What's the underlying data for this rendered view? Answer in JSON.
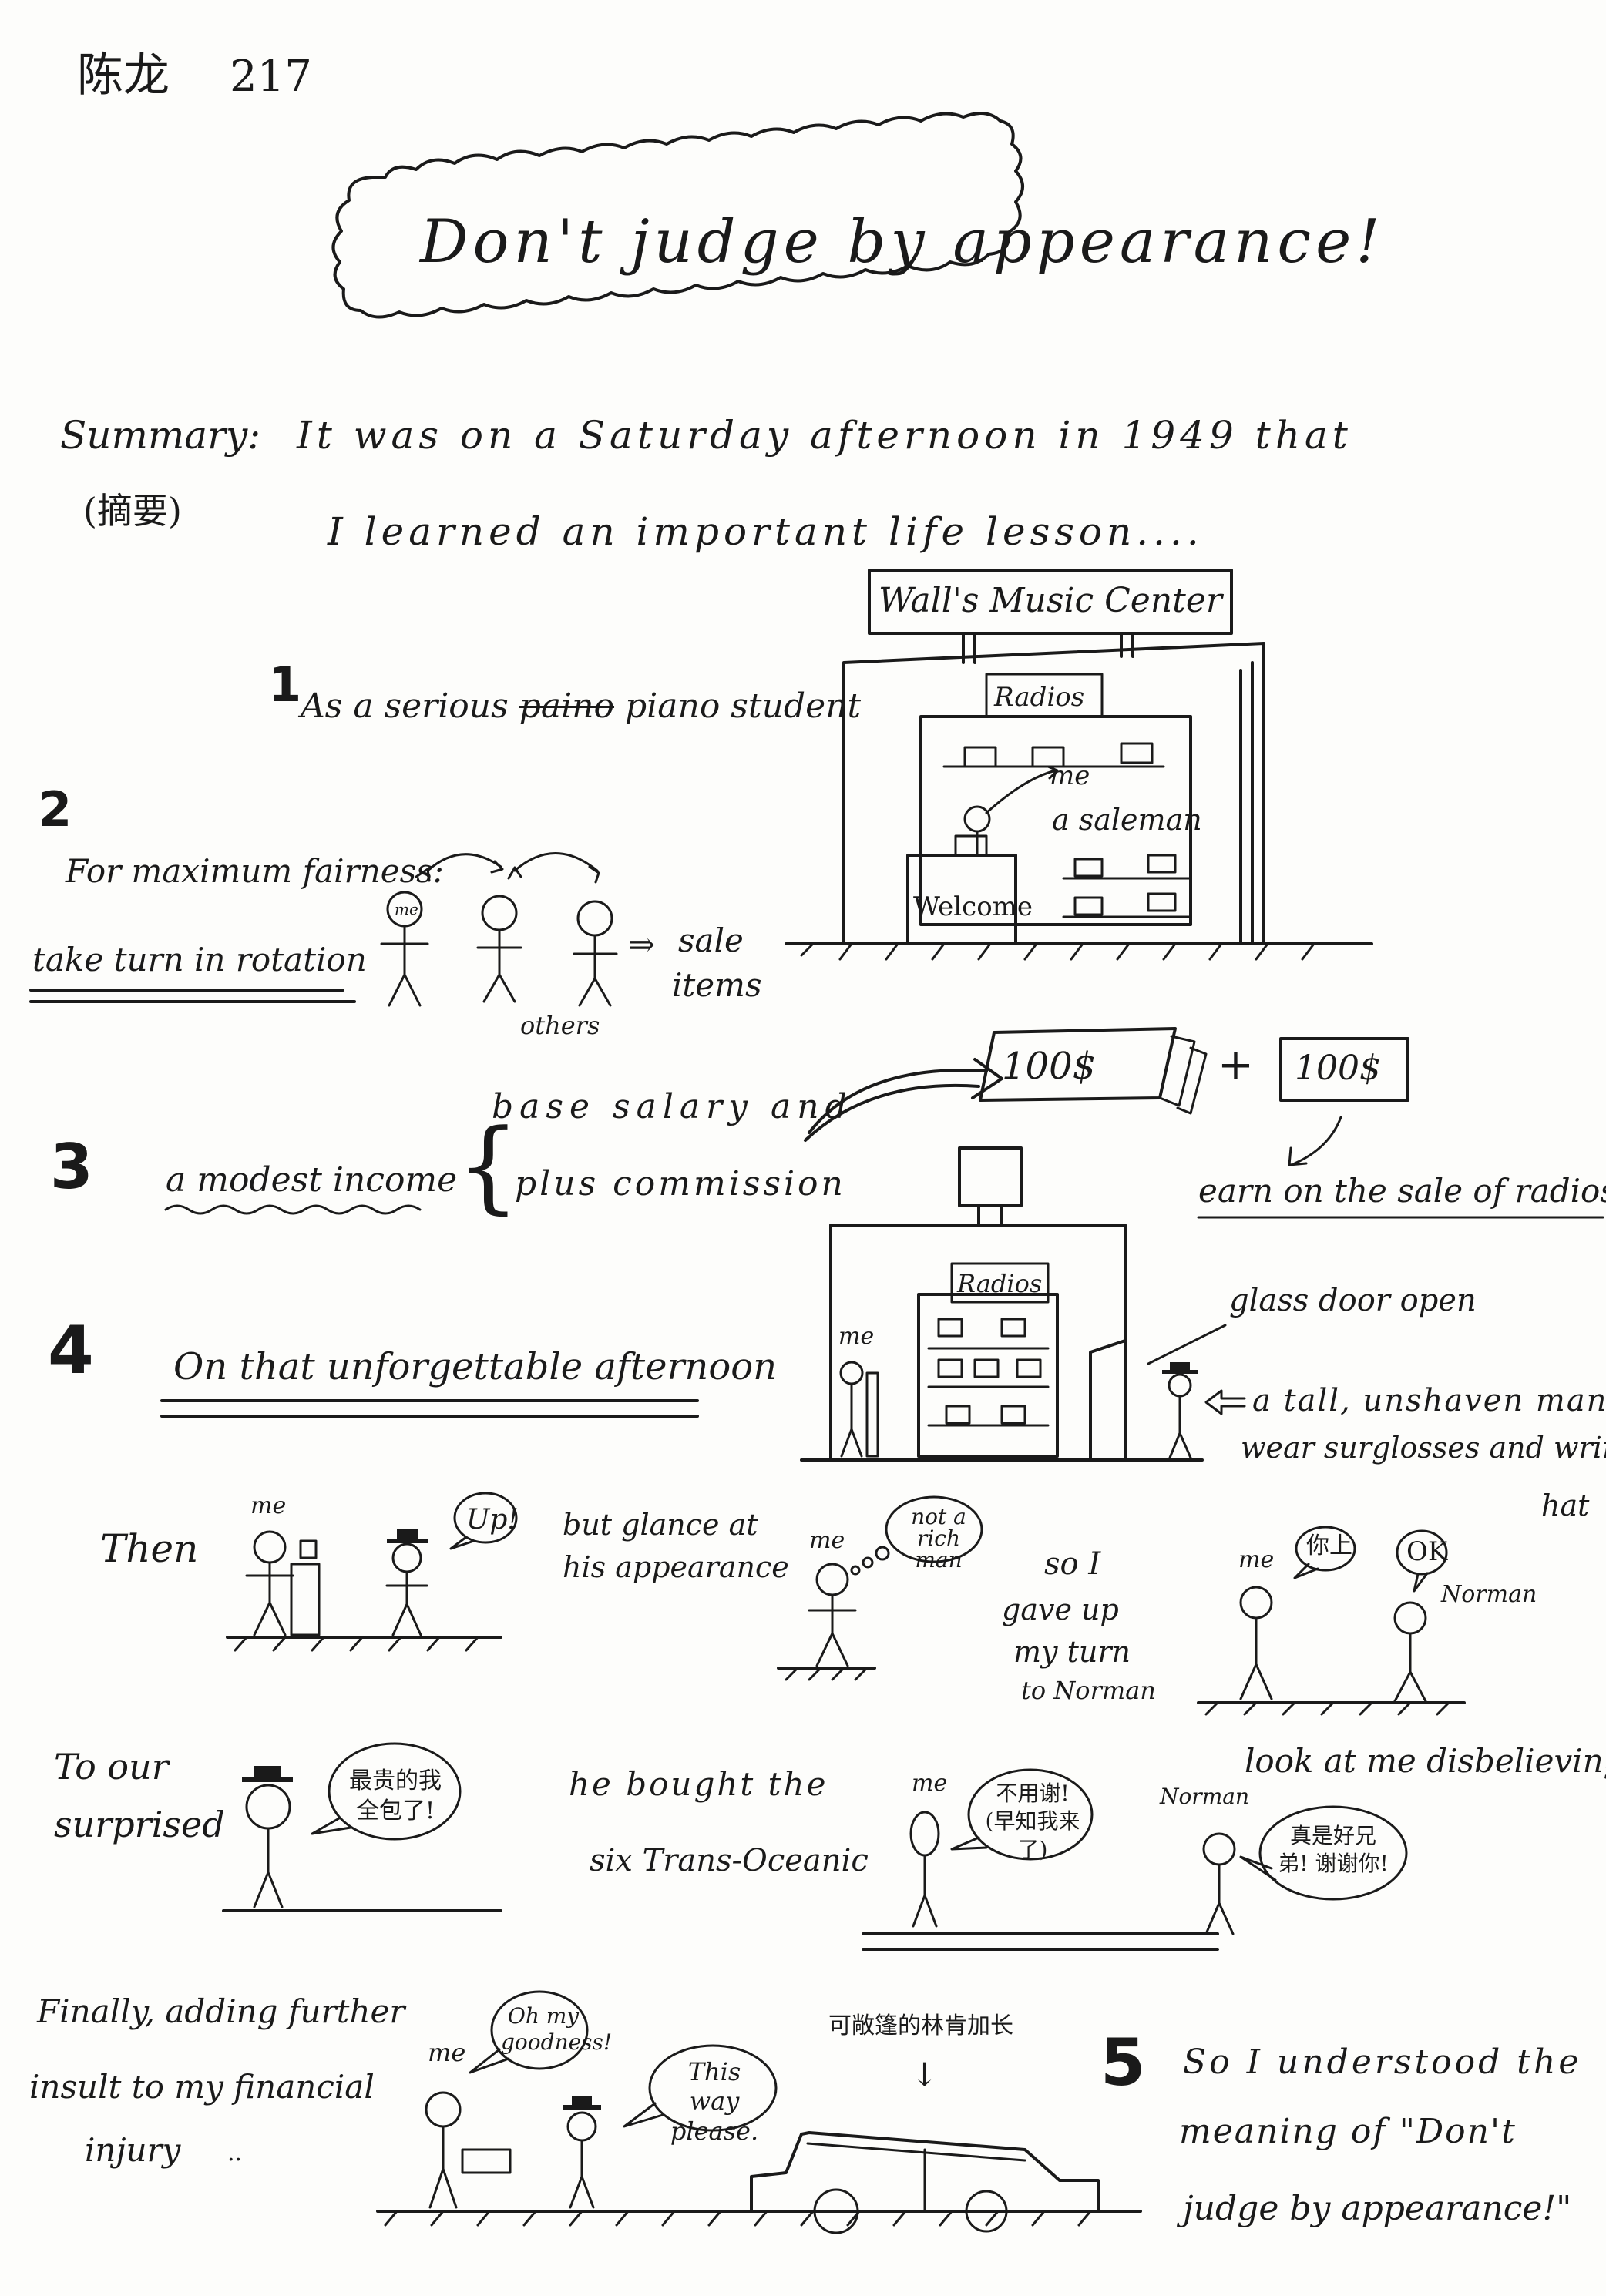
{
  "header": {
    "name": "陈龙",
    "number": "217"
  },
  "title": "Don't judge by appearance!",
  "summary": {
    "label": "Summary:",
    "label_cn": "(摘要)",
    "line1": "It was on a Saturday afternoon in 1949 that",
    "line2": "I learned an important life lesson...."
  },
  "store": {
    "sign": "Wall's Music Center",
    "radios_sign": "Radios",
    "me": "me",
    "saleman": "a saleman",
    "welcome": "Welcome"
  },
  "section1": {
    "num": "1",
    "prefix": "As a serious",
    "struck": "paino",
    "suffix": "piano student"
  },
  "section2": {
    "num": "2",
    "heading": "For maximum fairness:",
    "rotation": "take turn in rotation",
    "me": "me",
    "others": "others",
    "arrow": "⇒",
    "sale": "sale",
    "items": "items"
  },
  "section3": {
    "num": "3",
    "income": "a modest income",
    "brace": "{",
    "base": "base salary and",
    "plus": "plus commission",
    "bill1": "100$",
    "plus_sign": "+",
    "bill2": "100$",
    "earn": "earn on the sale of radios"
  },
  "section4": {
    "num": "4",
    "heading": "On that unforgettable afternoon",
    "me": "me",
    "radios_sign": "Radios",
    "glass_door": "glass door open",
    "man_line1": "a tall, unshaven man",
    "man_line2": "wear surglosses and wrinkled",
    "man_line3": "hat"
  },
  "scene_then": {
    "then": "Then",
    "me": "me",
    "bubble": "Up!",
    "glance_line1": "but glance at",
    "glance_line2": "his appearance",
    "me2": "me",
    "thought": "not a rich man",
    "so_line1": "so I",
    "so_line2": "gave up",
    "so_line3": "my turn",
    "so_line4": "to Norman",
    "me3": "me",
    "bubble_cn": "你上",
    "bubble_ok": "OK",
    "norman": "Norman"
  },
  "scene_surprise": {
    "to_our": "To our",
    "surprised": "surprised",
    "bubble_cn": "最贵的我全包了!",
    "bought_line1": "he bought the",
    "bought_line2": "six Trans-Oceanic",
    "me": "me",
    "me_bubble": "不用谢! (早知我来了)",
    "look": "look at me disbelievingly",
    "norman": "Norman",
    "norman_bubble": "真是好兄弟! 谢谢你!"
  },
  "scene_finally": {
    "line1": "Finally, adding further",
    "line2": "insult to my financial",
    "line3": "injury",
    "dots": "..",
    "me": "me",
    "oh": "Oh my goodness!",
    "this_way": "This way please.",
    "car_note": "可敞篷的林肯加长",
    "down_arrow": "↓"
  },
  "section5": {
    "num": "5",
    "line1": "So I understood the",
    "line2": "meaning of \"Don't",
    "line3": "judge by appearance!\""
  }
}
